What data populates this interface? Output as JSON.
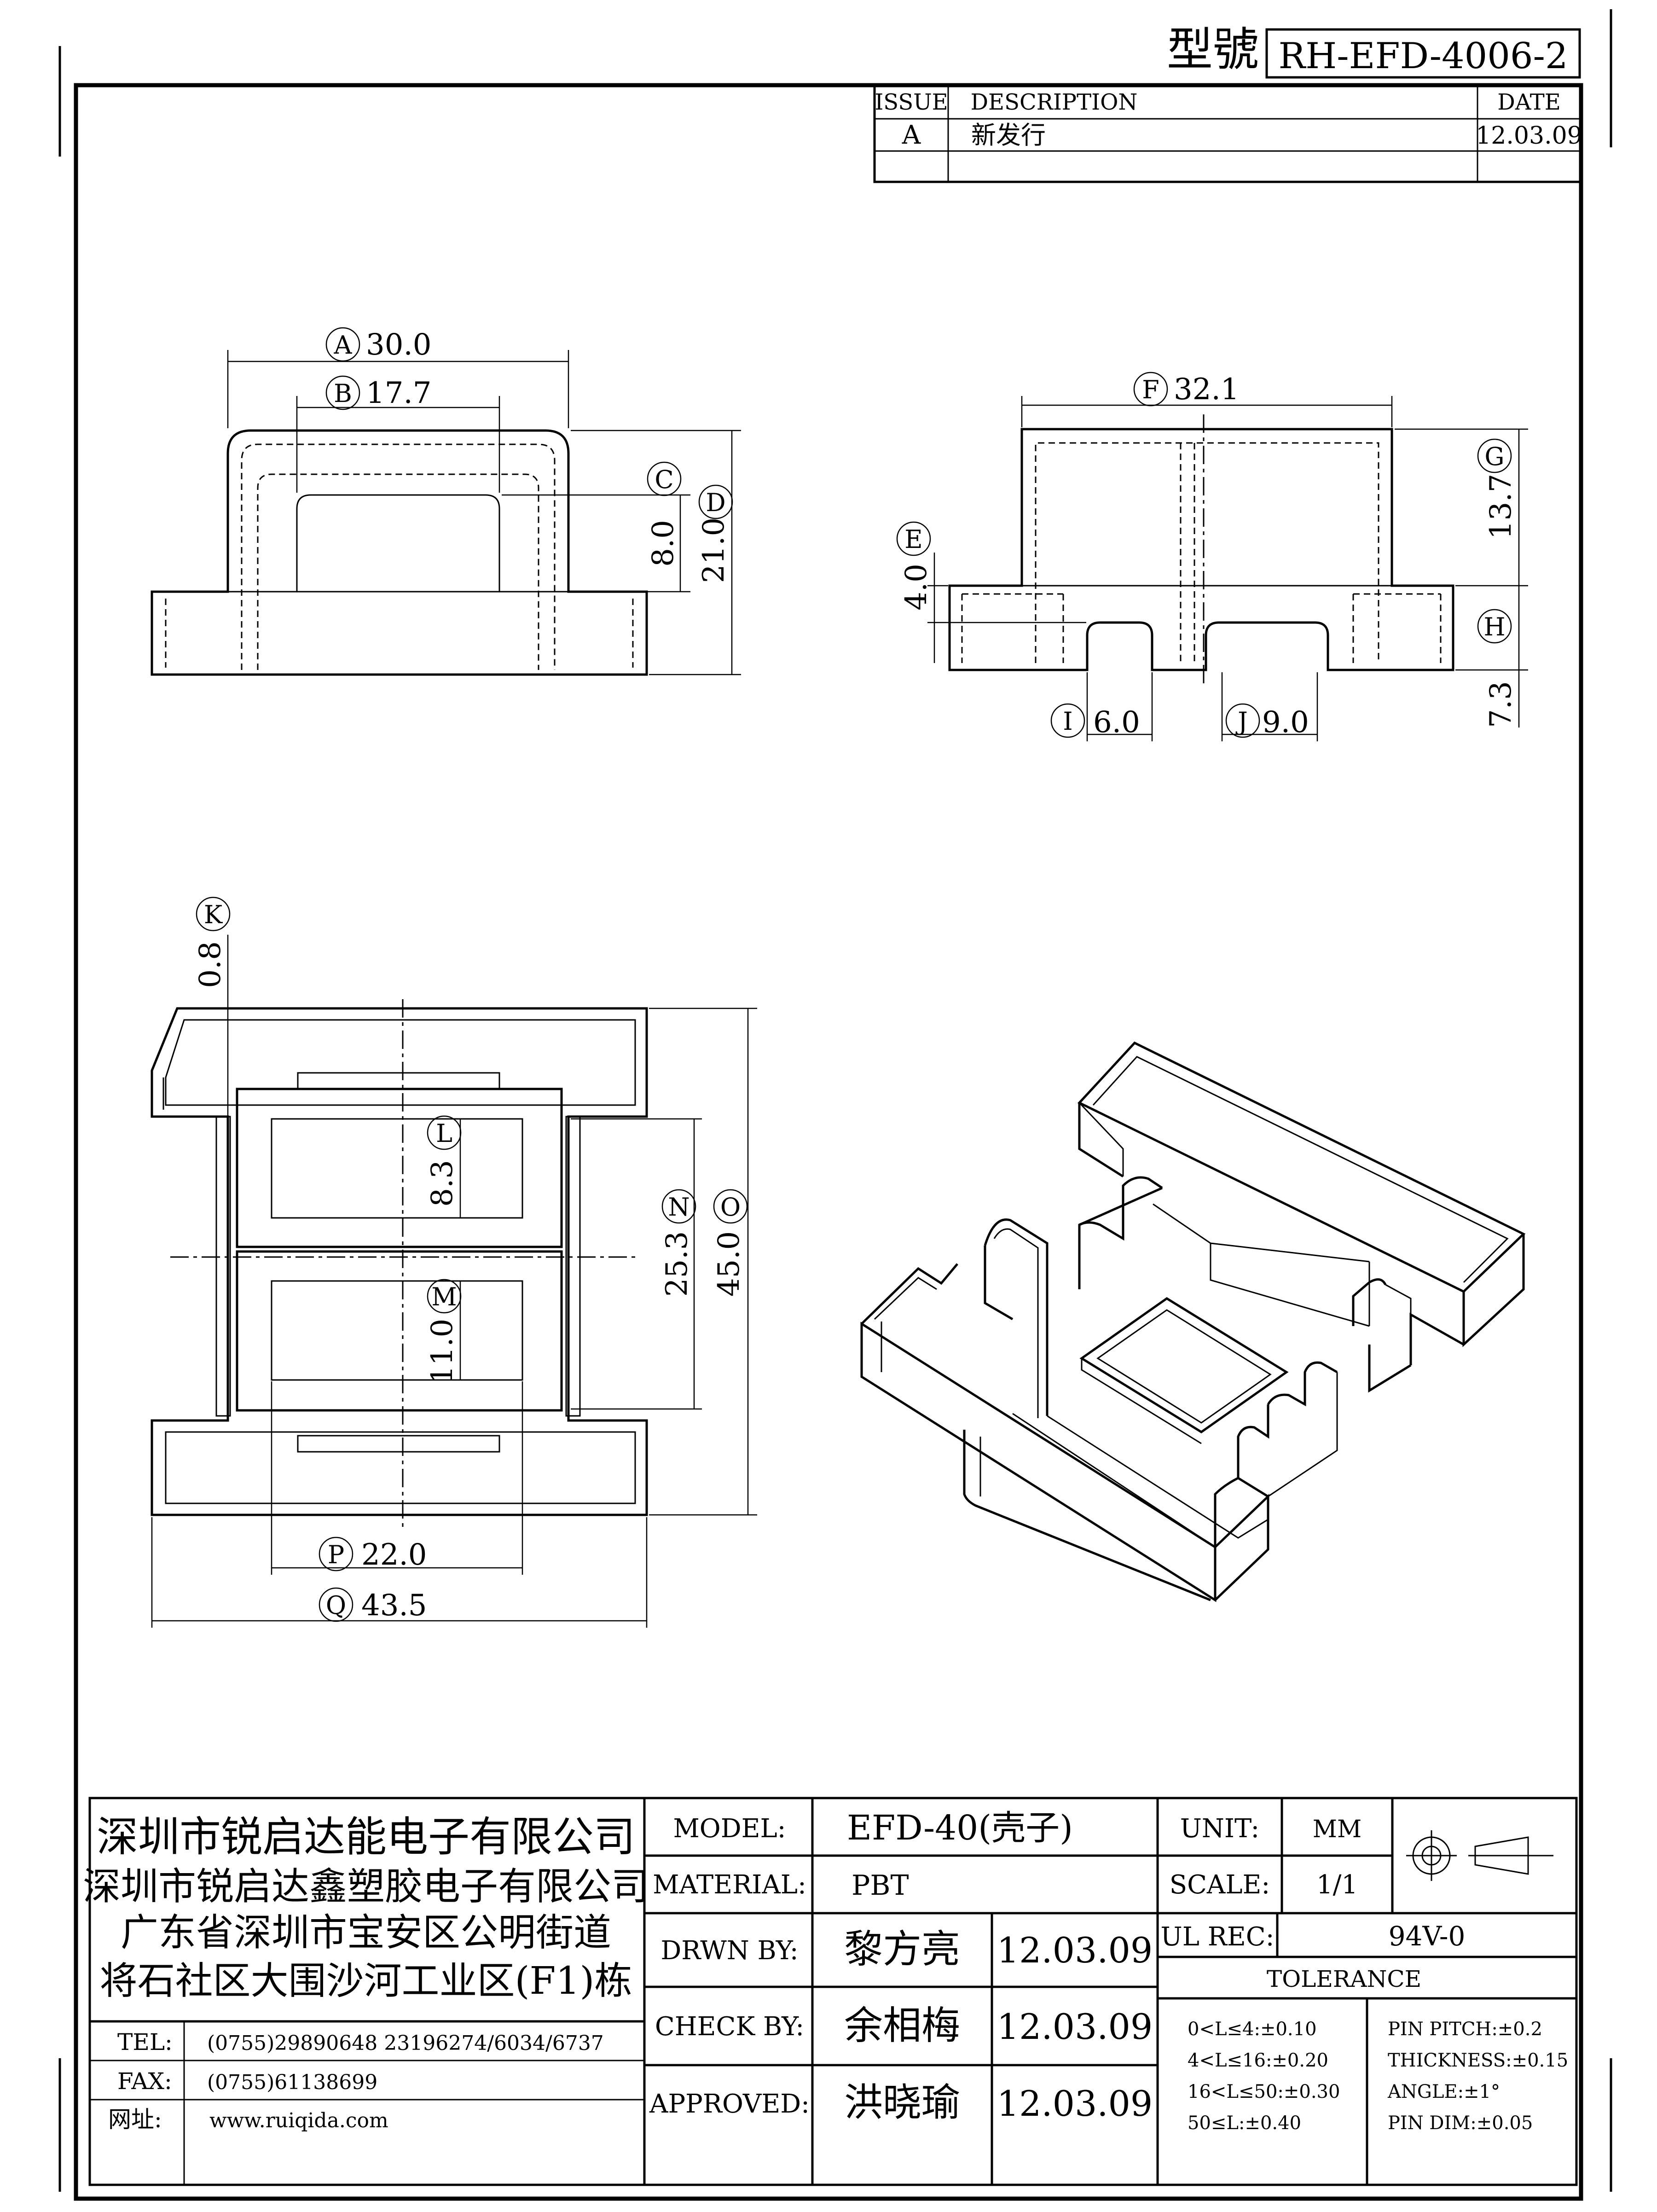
{
  "header": {
    "model_label": "型號",
    "model_no": "RH-EFD-4006-2"
  },
  "revision": {
    "columns": [
      "ISSUE",
      "DESCRIPTION",
      "DATE"
    ],
    "rows": [
      {
        "issue": "A",
        "description": "新发行",
        "date": "12.03.09"
      },
      {
        "issue": "",
        "description": "",
        "date": ""
      }
    ]
  },
  "dimensions": {
    "A": {
      "letter": "A",
      "value": "30.0"
    },
    "B": {
      "letter": "B",
      "value": "17.7"
    },
    "C": {
      "letter": "C",
      "value": "8.0"
    },
    "D": {
      "letter": "D",
      "value": "21.0"
    },
    "E": {
      "letter": "E",
      "value": "4.0"
    },
    "F": {
      "letter": "F",
      "value": "32.1"
    },
    "G": {
      "letter": "G",
      "value": "13.7"
    },
    "H": {
      "letter": "H",
      "value": "7.3"
    },
    "I": {
      "letter": "I",
      "value": "6.0"
    },
    "J": {
      "letter": "J",
      "value": "9.0"
    },
    "K": {
      "letter": "K",
      "value": "0.8"
    },
    "L": {
      "letter": "L",
      "value": "8.3"
    },
    "M": {
      "letter": "M",
      "value": "11.0"
    },
    "N": {
      "letter": "N",
      "value": "25.3"
    },
    "O": {
      "letter": "O",
      "value": "45.0"
    },
    "P": {
      "letter": "P",
      "value": "22.0"
    },
    "Q": {
      "letter": "Q",
      "value": "43.5"
    }
  },
  "company": {
    "lines": [
      "深圳市锐启达能电子有限公司",
      "深圳市锐启达鑫塑胶电子有限公司",
      "广东省深圳市宝安区公明街道",
      "将石社区大围沙河工业区(F1)栋"
    ],
    "tel_label": "TEL:",
    "tel": "(0755)29890648  23196274/6034/6737",
    "fax_label": "FAX:",
    "fax": "(0755)61138699",
    "web_label": "网址:",
    "web": "www.ruiqida.com"
  },
  "spec": {
    "model_label": "MODEL:",
    "model": "EFD-40(壳子)",
    "material_label": "MATERIAL:",
    "material": "PBT",
    "drawn_label": "DRWN BY:",
    "drawn_name": "黎方亮",
    "drawn_date": "12.03.09",
    "check_label": "CHECK BY:",
    "check_name": "余相梅",
    "check_date": "12.03.09",
    "approved_label": "APPROVED:",
    "approved_name": "洪晓瑜",
    "approved_date": "12.03.09",
    "unit_label": "UNIT:",
    "unit": "MM",
    "scale_label": "SCALE:",
    "scale": "1/1",
    "ul_label": "UL REC:",
    "ul": "94V-0"
  },
  "tolerance": {
    "title": "TOLERANCE",
    "left": [
      "0<L≤4:±0.10",
      "4<L≤16:±0.20",
      "16<L≤50:±0.30",
      "50≤L:±0.40"
    ],
    "right": [
      "PIN PITCH:±0.2",
      "THICKNESS:±0.15",
      "ANGLE:±1°",
      "PIN DIM:±0.05"
    ]
  }
}
